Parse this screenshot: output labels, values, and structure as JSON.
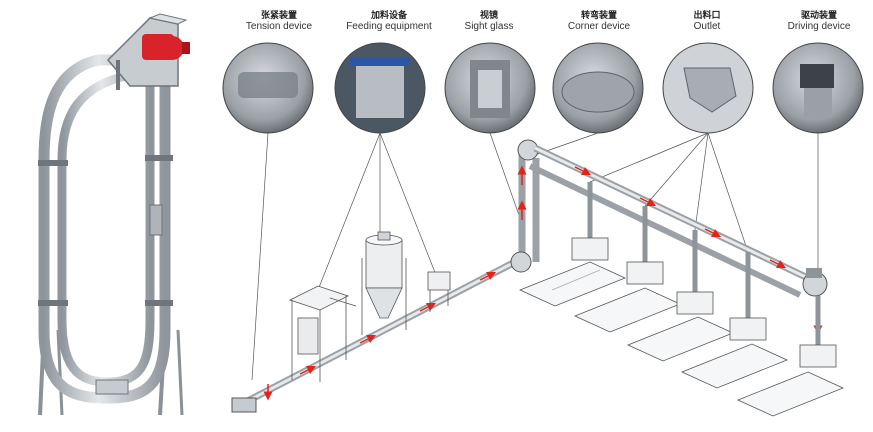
{
  "components": [
    {
      "id": "tension",
      "zh": "张紧装置",
      "en": "Tension device"
    },
    {
      "id": "feeding",
      "zh": "加料设备",
      "en": "Feeding equipment"
    },
    {
      "id": "sight",
      "zh": "视镜",
      "en": "Sight glass"
    },
    {
      "id": "corner",
      "zh": "转弯装置",
      "en": "Corner device"
    },
    {
      "id": "outlet",
      "zh": "出料口",
      "en": "Outlet"
    },
    {
      "id": "driving",
      "zh": "驱动装置",
      "en": "Driving device"
    }
  ],
  "colors": {
    "pipe": "#b9bec4",
    "pipe_dark": "#7d848c",
    "drive_red": "#d8232a",
    "flow_arrow": "#e2231a",
    "line": "#555555"
  }
}
